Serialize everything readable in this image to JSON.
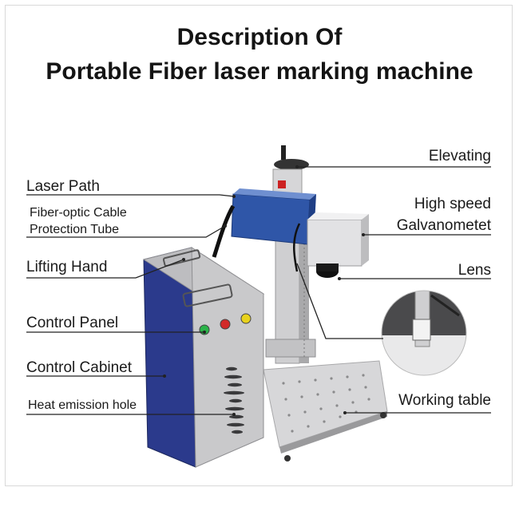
{
  "title": {
    "line1": "Description Of",
    "line2": "Portable Fiber laser marking machine"
  },
  "labels": {
    "laser_path": "Laser Path",
    "fiber_cable_line1": "Fiber-optic Cable",
    "fiber_cable_line2": "Protection Tube",
    "lifting_hand": "Lifting Hand",
    "control_panel": "Control Panel",
    "control_cabinet": "Control Cabinet",
    "heat_emission": "Heat emission hole",
    "elevating": "Elevating",
    "galvo_line1": "High speed",
    "galvo_line2": "Galvanometet",
    "lens": "Lens",
    "working_table": "Working table"
  },
  "colors": {
    "cabinet_gray": "#c9c9cb",
    "cabinet_blue": "#2b3a8c",
    "laser_blue": "#2f56a8",
    "button_green": "#2bb34a",
    "button_red": "#d22a2a",
    "button_yellow": "#e8d21d",
    "leader_line": "#222222"
  }
}
